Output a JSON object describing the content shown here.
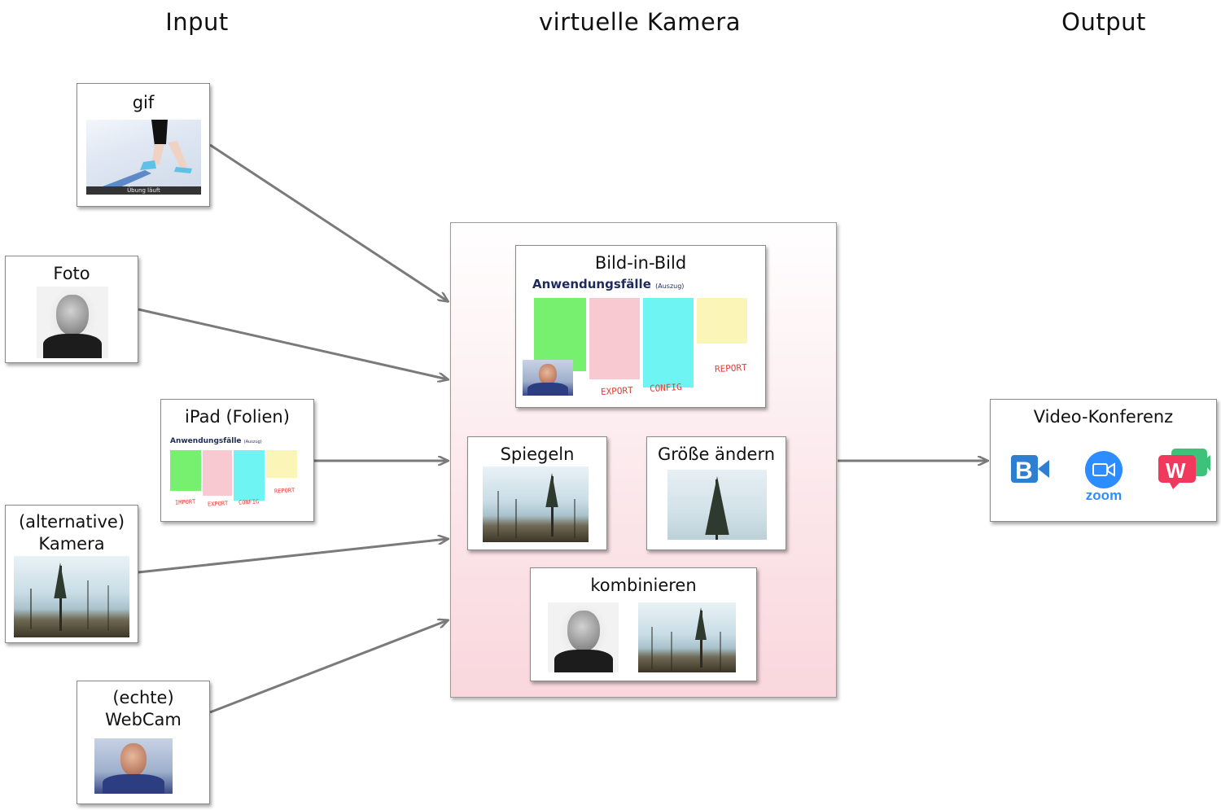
{
  "columns": {
    "input": "Input",
    "camera": "virtuelle Kamera",
    "output": "Output"
  },
  "inputs": {
    "gif": {
      "title": "gif",
      "caption": "Übung läuft"
    },
    "foto": {
      "title": "Foto"
    },
    "ipad": {
      "title": "iPad (Folien)"
    },
    "alt_camera": {
      "title_line1": "(alternative)",
      "title_line2": "Kamera"
    },
    "webcam": {
      "title_line1": "(echte)",
      "title_line2": "WebCam"
    }
  },
  "slide": {
    "title": "Anwendungsfälle",
    "subtitle": "(Auszug)",
    "handwritten": [
      "IMPORT",
      "EXPORT",
      "CONFIG",
      "REPORT"
    ]
  },
  "camera_features": {
    "pip": {
      "title": "Bild-in-Bild"
    },
    "mirror": {
      "title": "Spiegeln"
    },
    "resize": {
      "title": "Größe ändern"
    },
    "combine": {
      "title": "kombinieren"
    }
  },
  "output": {
    "title": "Video-Konferenz",
    "logos": [
      {
        "name": "bluejeans",
        "letter": "B"
      },
      {
        "name": "zoom",
        "label": "zoom"
      },
      {
        "name": "whereby",
        "letter": "W"
      }
    ]
  },
  "colors": {
    "arrow": "#7a7a7a",
    "zoom_blue": "#2d8cff",
    "bluejeans_blue": "#2f7fd0",
    "whereby_pink": "#f1385d",
    "whereby_green": "#3ec27b"
  }
}
